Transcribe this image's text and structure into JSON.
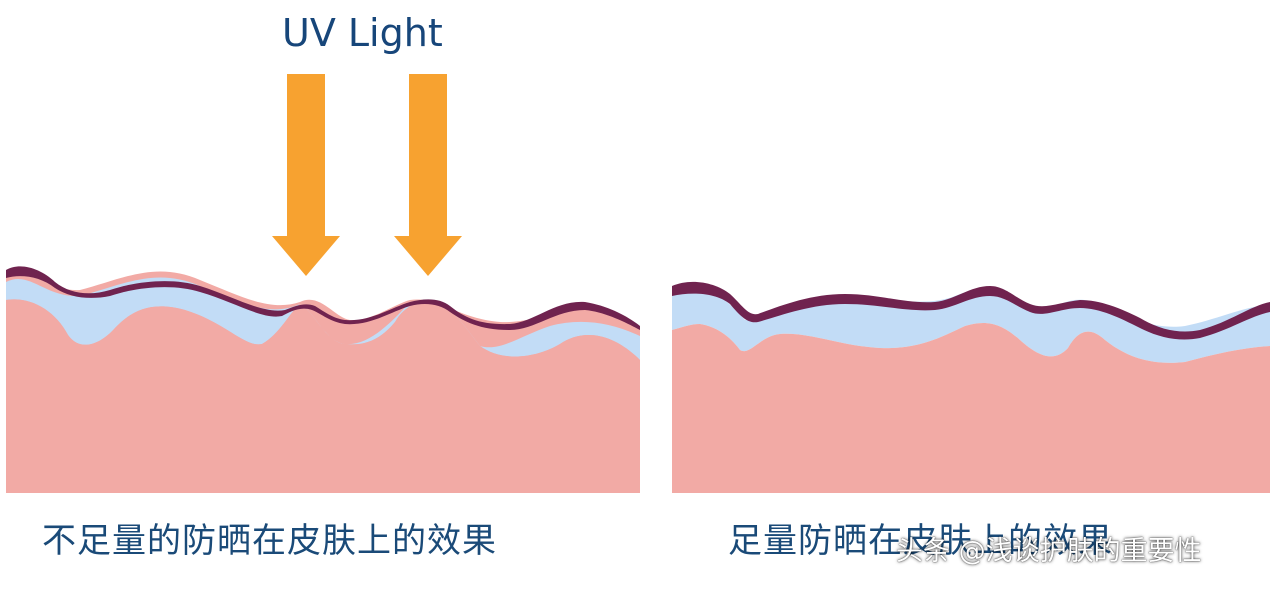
{
  "title": "UV Light",
  "captions": {
    "insufficient": "不足量的防晒在皮肤上的效果",
    "sufficient": "足量防晒在皮肤上的效果"
  },
  "watermark": "头条 @浅谈护肤的重要性",
  "colors": {
    "skin": "#f2aaa5",
    "sunscreen": "#c2dcf6",
    "surface_layer": "#70234f",
    "arrow": "#f7a230",
    "caption_text": "#1a4a78"
  }
}
